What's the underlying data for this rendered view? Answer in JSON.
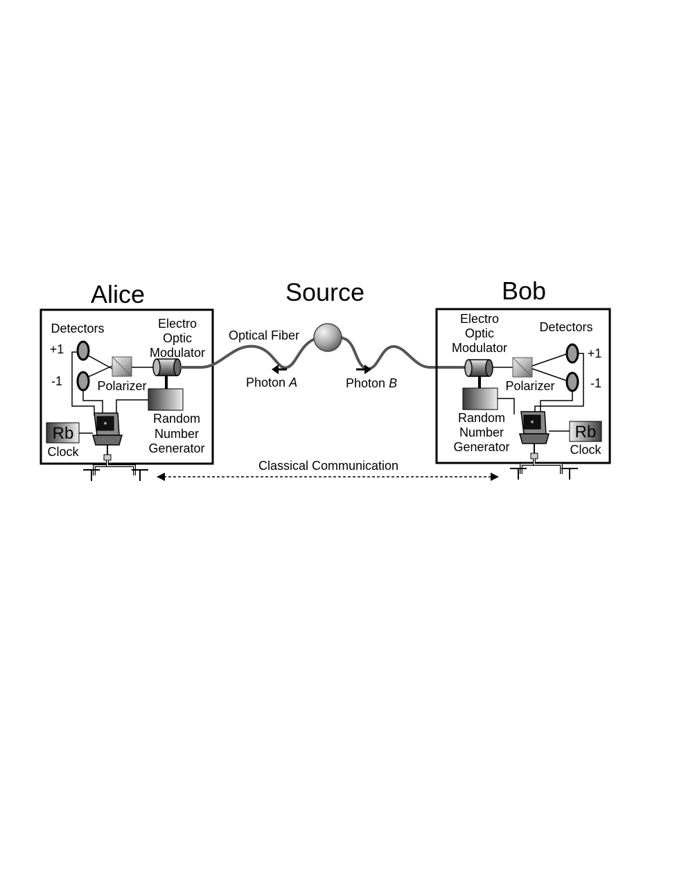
{
  "alice": {
    "title": "Alice",
    "detectors": "Detectors",
    "plus_one": "+1",
    "minus_one": "-1",
    "polarizer": "Polarizer",
    "eom": [
      "Electro",
      "Optic",
      "Modulator"
    ],
    "rng": [
      "Random",
      "Number",
      "Generator"
    ],
    "rb": "Rb",
    "clock": "Clock"
  },
  "bob": {
    "title": "Bob",
    "detectors": "Detectors",
    "plus_one": "+1",
    "minus_one": "-1",
    "polarizer": "Polarizer",
    "eom": [
      "Electro",
      "Optic",
      "Modulator"
    ],
    "rng": [
      "Random",
      "Number",
      "Generator"
    ],
    "rb": "Rb",
    "clock": "Clock"
  },
  "source": {
    "title": "Source",
    "fiber": "Optical Fiber",
    "photon_a_prefix": "Photon ",
    "photon_a_letter": "A",
    "photon_b_prefix": "Photon ",
    "photon_b_letter": "B"
  },
  "classical": "Classical Communication",
  "colors": {
    "line": "#000000",
    "fiber": "#555555",
    "background": "#ffffff"
  }
}
